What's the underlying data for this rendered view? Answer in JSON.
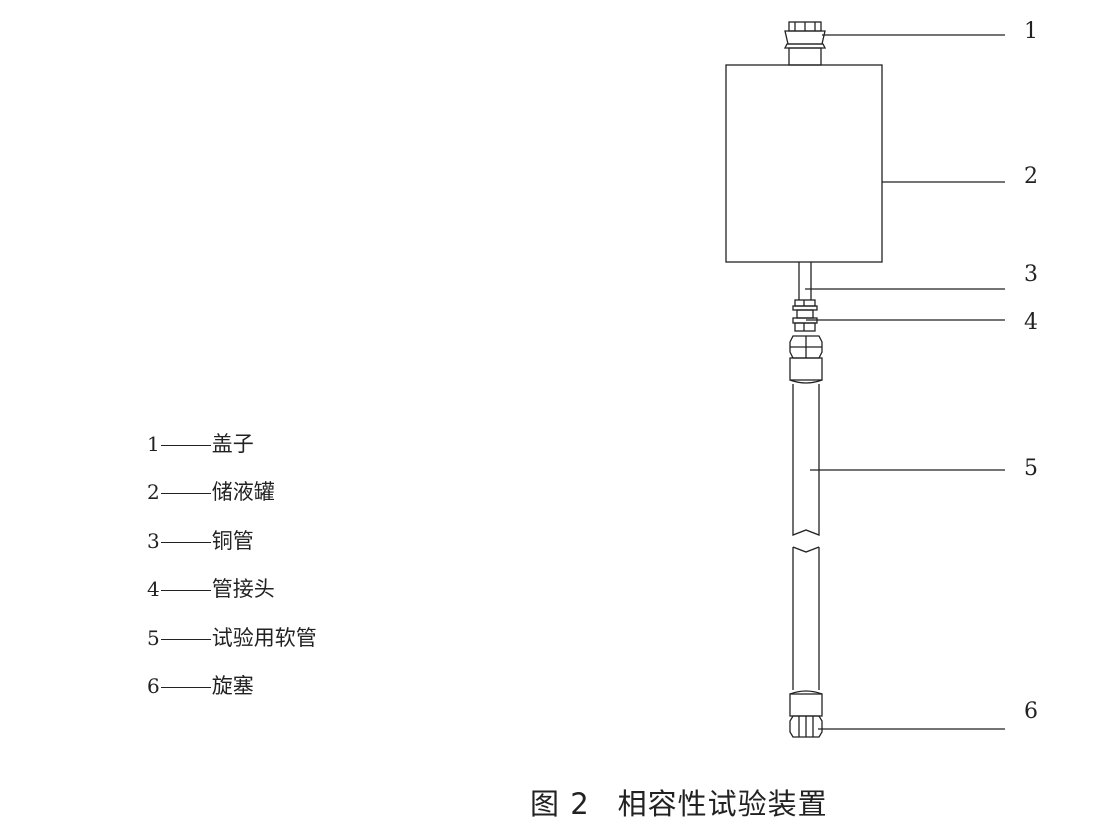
{
  "figure": {
    "caption_number": "图 2",
    "caption_title": "相容性试验装置"
  },
  "callouts": [
    "1",
    "2",
    "3",
    "4",
    "5",
    "6"
  ],
  "legend": [
    {
      "num": "1",
      "label": "盖子"
    },
    {
      "num": "2",
      "label": "储液罐"
    },
    {
      "num": "3",
      "label": "铜管"
    },
    {
      "num": "4",
      "label": "管接头"
    },
    {
      "num": "5",
      "label": "试验用软管"
    },
    {
      "num": "6",
      "label": "旋塞"
    }
  ]
}
